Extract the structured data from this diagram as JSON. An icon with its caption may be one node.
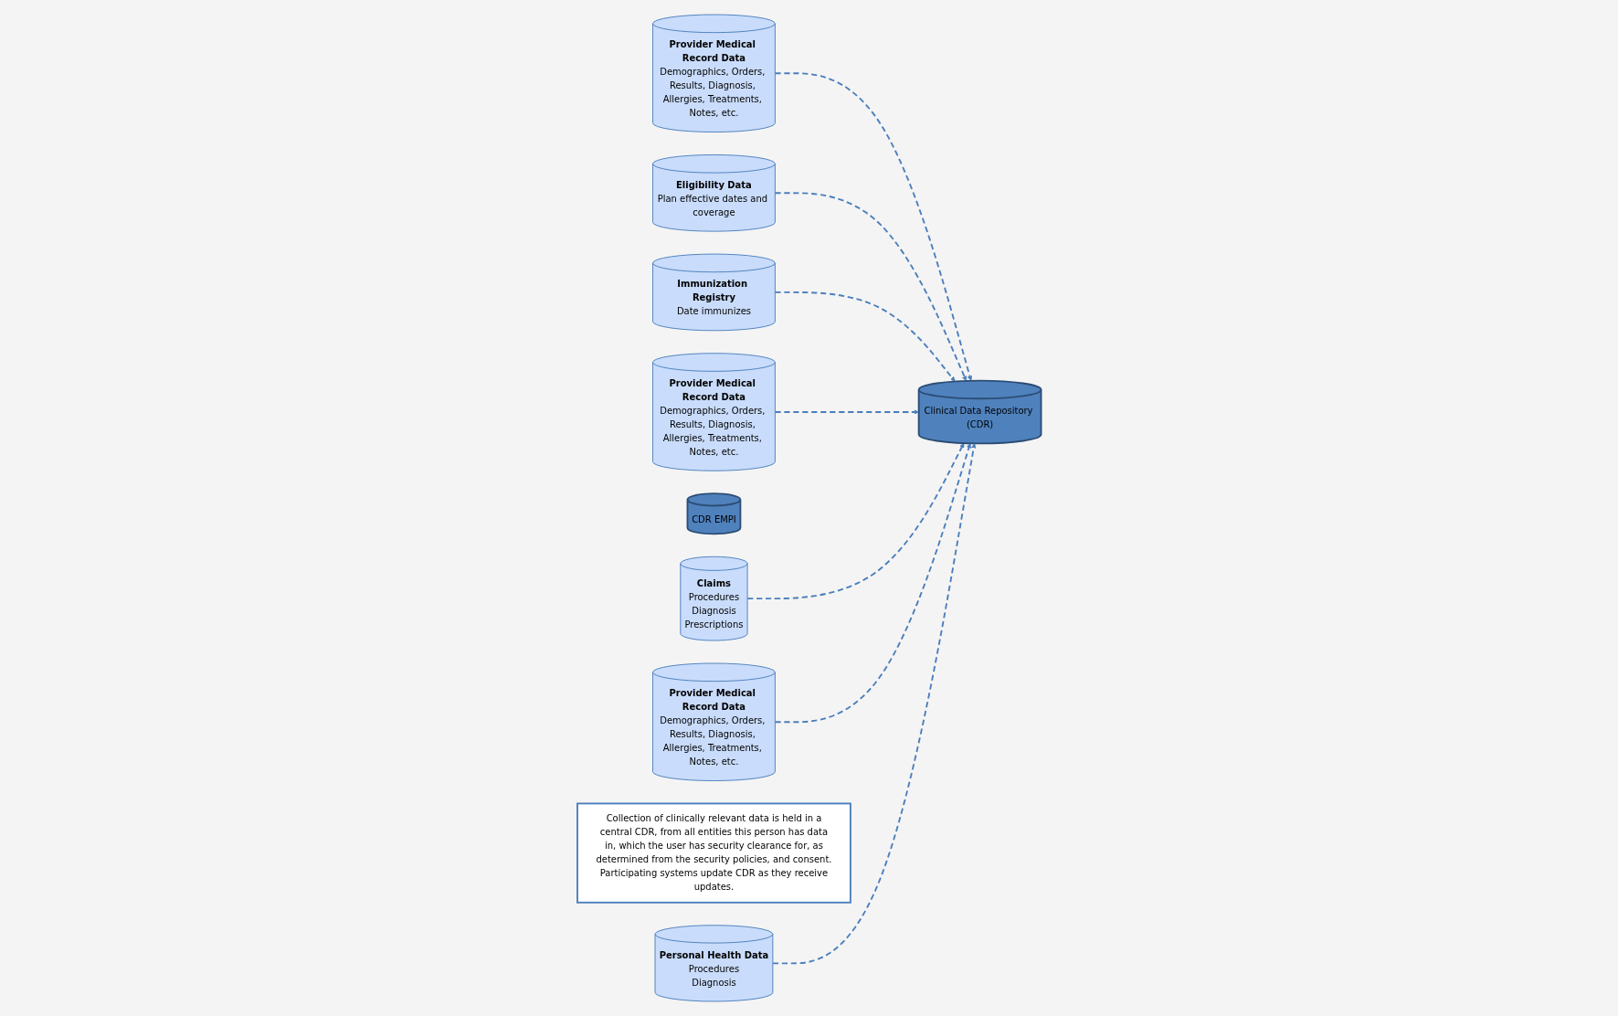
{
  "diagram": {
    "nodes": [
      {
        "text": [
          "Provider Medical Record Data",
          "Demographics, Orders, Results, Diagnosis, Allergies, Treatments, Notes, etc."
        ]
      },
      {
        "text": [
          "Eligibility Data",
          "Plan effective dates and coverage"
        ]
      },
      {
        "text": [
          "Immunization Registry",
          "Date immunizes"
        ]
      },
      {
        "text": [
          "Provider Medical Record Data",
          "Demographics, Orders, Results, Diagnosis, Allergies, Treatments, Notes, etc."
        ]
      },
      {
        "text": [
          "Clinical Data Repository (CDR)"
        ]
      },
      {
        "text": [
          "CDR EMPI"
        ]
      },
      {
        "text": [
          "Claims",
          "Procedures",
          "Diagnosis",
          "Prescriptions"
        ]
      },
      {
        "text": [
          "Provider Medical Record Data",
          "Demographics, Orders, Results, Diagnosis, Allergies, Treatments, Notes, etc."
        ]
      },
      {
        "text": [
          "Collection of clinically relevant data is held in a central CDR, from all entities this person has data in, which the user has security clearance for, as determined from the security policies, and consent. Participating systems update CDR as they receive updates."
        ]
      },
      {
        "text": [
          "Personal Health Data",
          "Procedures",
          "Diagnosis"
        ]
      }
    ],
    "edges": [
      {
        "from": 0,
        "to": 4,
        "arrow": "to",
        "style": "dashed"
      },
      {
        "from": 1,
        "to": 4,
        "arrow": "to",
        "style": "dashed"
      },
      {
        "from": 2,
        "to": 4,
        "arrow": "to",
        "style": "dashed"
      },
      {
        "from": 3,
        "to": 4,
        "arrow": "to",
        "style": "dashed"
      },
      {
        "from": 6,
        "to": 4,
        "arrow": "to",
        "style": "dashed"
      },
      {
        "from": 7,
        "to": 4,
        "arrow": "to",
        "style": "dashed"
      },
      {
        "from": 9,
        "to": 4,
        "arrow": "to",
        "style": "dashed"
      }
    ]
  }
}
